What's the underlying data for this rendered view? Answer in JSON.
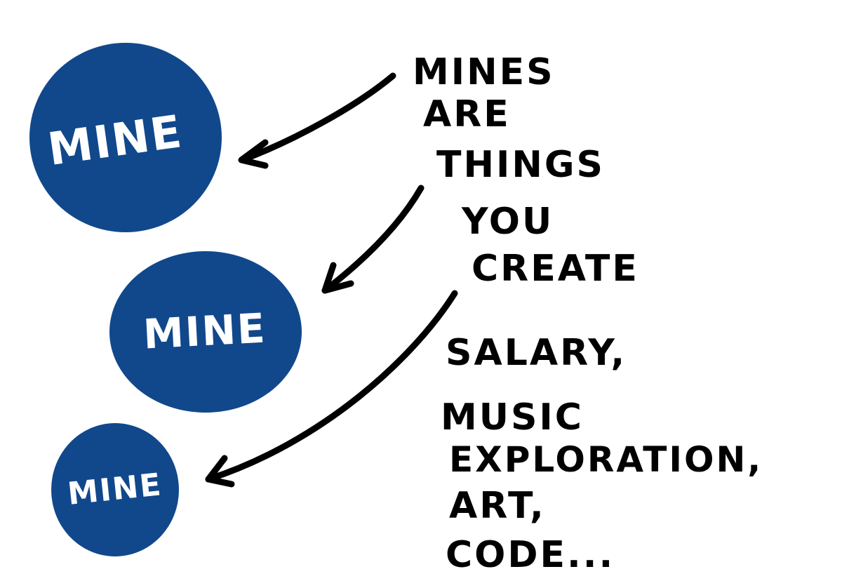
{
  "colors": {
    "circle_fill": "#11488c",
    "circle_text": "#ffffff",
    "ink": "#000000",
    "background": "#ffffff"
  },
  "circles": [
    {
      "label": "MINE"
    },
    {
      "label": "MINE"
    },
    {
      "label": "MINE"
    }
  ],
  "caption_lines": [
    "MINES",
    "ARE",
    "THINGS",
    "YOU",
    "CREATE"
  ],
  "examples": [
    "SALARY,",
    "MUSIC",
    "EXPLORATION,",
    "ART,",
    "CODE..."
  ]
}
